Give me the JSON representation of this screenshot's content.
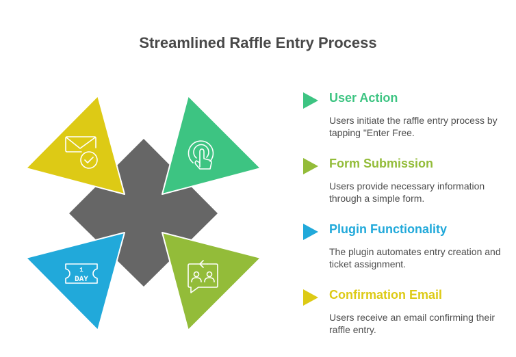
{
  "title": "Streamlined Raffle Entry Process",
  "colors": {
    "center": "#666666",
    "user_action": "#3DC482",
    "form_submission": "#93BC39",
    "plugin_functionality": "#21A9DA",
    "confirmation_email": "#DDCA15",
    "text": "#4D4D4D",
    "title": "#484848"
  },
  "segments": [
    {
      "name": "confirmation-email",
      "position": "top-left",
      "icon": "envelope-check-icon",
      "color": "#DDCA15"
    },
    {
      "name": "user-action",
      "position": "top-right",
      "icon": "touch-tap-icon",
      "color": "#3DC482"
    },
    {
      "name": "plugin-functionality",
      "position": "bottom-left",
      "icon": "ticket-1-day-icon",
      "color": "#21A9DA"
    },
    {
      "name": "form-submission",
      "position": "bottom-right",
      "icon": "chat-users-icon",
      "color": "#93BC39"
    }
  ],
  "ticket_icon": {
    "line1": "1",
    "line2": "DAY"
  },
  "items": [
    {
      "heading": "User Action",
      "description": "Users initiate the raffle entry process by tapping \"Enter Free.",
      "color": "#3DC482"
    },
    {
      "heading": "Form Submission",
      "description": "Users provide necessary information through a simple form.",
      "color": "#93BC39"
    },
    {
      "heading": "Plugin Functionality",
      "description": "The plugin automates entry creation and ticket assignment.",
      "color": "#21A9DA"
    },
    {
      "heading": "Confirmation Email",
      "description": "Users receive an email confirming their raffle entry.",
      "color": "#DDCA15"
    }
  ]
}
